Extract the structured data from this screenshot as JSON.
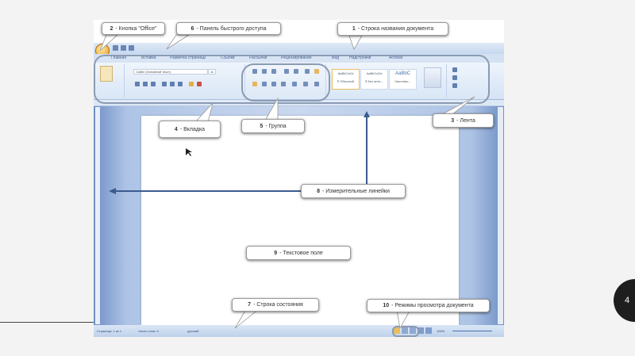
{
  "slide": {
    "page_number": "4"
  },
  "word": {
    "tabs": [
      "Главная",
      "Вставка",
      "Разметка страницы",
      "Ссылки",
      "Рассылки",
      "Рецензирование",
      "Вид",
      "Надстройки",
      "Acrobat"
    ],
    "font_name": "Calibri (Основной текст)",
    "font_size": "11",
    "styles": [
      "AaBbCcDd",
      "AaBbCcDd",
      "AaBbC"
    ],
    "style_names": [
      "¶ Обычный",
      "¶ Без инте...",
      "Заголово..."
    ],
    "status_page": "Страница: 1 из 1",
    "status_words": "Число слов: 0",
    "status_lang": "русский",
    "zoom": "100%"
  },
  "callouts": {
    "c1": {
      "num": "1",
      "text": "- Строка названия документа"
    },
    "c2": {
      "num": "2",
      "text": "- Кнопка \"Office\""
    },
    "c3": {
      "num": "3",
      "text": "- Лента"
    },
    "c4": {
      "num": "4",
      "text": "- Вкладка"
    },
    "c5": {
      "num": "5",
      "text": "- Группа"
    },
    "c6": {
      "num": "6",
      "text": "- Панель быстрого доступа"
    },
    "c7": {
      "num": "7",
      "text": "- Строка состояния"
    },
    "c8": {
      "num": "8",
      "text": "- Измерительные линейки"
    },
    "c9": {
      "num": "9",
      "text": "- Текстовое поле"
    },
    "c10": {
      "num": "10",
      "text": "- Режимы просмотра документа"
    }
  }
}
